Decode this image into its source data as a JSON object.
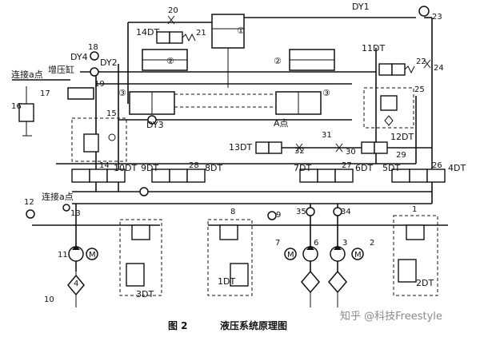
{
  "caption": {
    "figure_no": "图 2",
    "title": "液压系统原理图"
  },
  "watermark": "知乎 @科技Freestyle",
  "labels": {
    "dy1": "DY1",
    "dy2": "DY2",
    "dy3": "DY3",
    "dy4": "DY4",
    "a_point": "A点",
    "connect_a1": "连接a点",
    "connect_a2": "连接a点",
    "booster": "增压缸",
    "c1": "①",
    "c2a": "②",
    "c2b": "②",
    "c3a": "③",
    "c3b": "③"
  },
  "solenoids": {
    "s1": "1DT",
    "s2": "2DT",
    "s3": "3DT",
    "s4": "4DT",
    "s5": "5DT",
    "s6": "6DT",
    "s7": "7DT",
    "s8": "8DT",
    "s9": "9DT",
    "s10": "10DT",
    "s11": "11DT",
    "s12": "12DT",
    "s13": "13DT",
    "s14": "14DT"
  },
  "components": {
    "n1": "1",
    "n2": "2",
    "n3": "3",
    "n4": "4",
    "n6": "6",
    "n7": "7",
    "n8": "8",
    "n9": "9",
    "n10": "10",
    "n11": "11",
    "n12": "12",
    "n13": "13",
    "n14": "14",
    "n15": "15",
    "n16": "16",
    "n17": "17",
    "n18": "18",
    "n19": "19",
    "n20": "20",
    "n21": "21",
    "n22": "22",
    "n23": "23",
    "n24": "24",
    "n25": "25",
    "n26": "26",
    "n27": "27",
    "n28": "28",
    "n29": "29",
    "n30": "30",
    "n31": "31",
    "n32": "32",
    "n34": "34",
    "n35": "35"
  },
  "symbols": {
    "motor": "M"
  }
}
